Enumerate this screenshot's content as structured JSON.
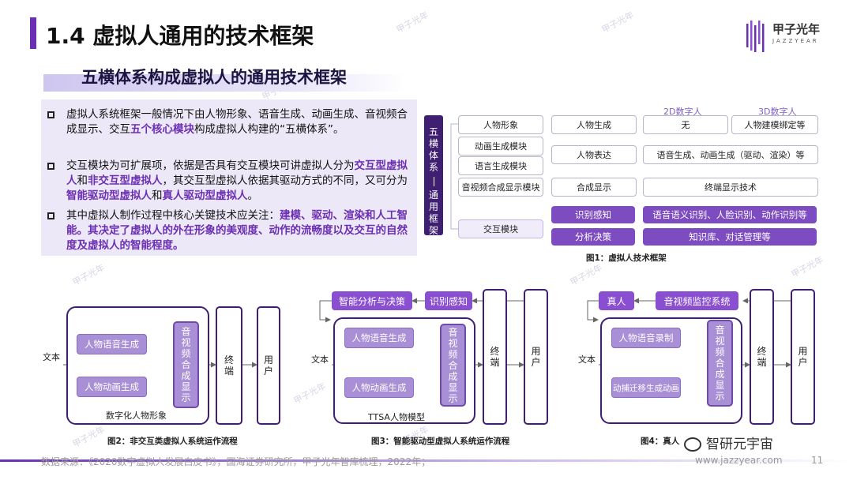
{
  "header": {
    "title": "1.4 虚拟人通用的技术框架",
    "logo_name": "甲子光年",
    "logo_sub": "JAZZYEAR",
    "brand_color": "#6b2fb3"
  },
  "subtitle": "五横体系构成虚拟人的通用技术框架",
  "bullets": [
    {
      "parts": [
        {
          "t": "虚拟人系统框架一般情况下由人物形象、语音生成、动画生成、音视频合成显示、交互",
          "h": false
        },
        {
          "t": "五个核心模块",
          "h": true
        },
        {
          "t": "构成虚拟人构建的“五横体系”。",
          "h": false
        }
      ]
    },
    {
      "parts": [
        {
          "t": "交互模块为可扩展项，依据是否具有交互模块可讲虚拟人分为",
          "h": false
        },
        {
          "t": "交互型虚拟人",
          "h": true
        },
        {
          "t": "和",
          "h": false
        },
        {
          "t": "非交互型虚拟人",
          "h": true
        },
        {
          "t": "，其交互型虚拟人依据其驱动方式的不同，又可分为",
          "h": false
        },
        {
          "t": "智能驱动型虚拟人",
          "h": true
        },
        {
          "t": "和",
          "h": false
        },
        {
          "t": "真人驱动型虚拟人",
          "h": true
        },
        {
          "t": "。",
          "h": false
        }
      ]
    },
    {
      "parts": [
        {
          "t": "其中虚拟人制作过程中核心关键技术应关注：",
          "h": false
        },
        {
          "t": "建模、驱动、渲染和人工智能。其决定了虚拟人的外在形象的美观度、动作的流畅度以及交互的自然度及虚拟人的智能程度。",
          "h": true
        }
      ]
    }
  ],
  "fig1": {
    "left_label_top": "五横体系",
    "left_label_bottom": "通用框架",
    "col_headers": [
      "2D数字人",
      "3D数字人"
    ],
    "modules": [
      "人物形象",
      "动画生成模块",
      "语言生成模块",
      "音视频合成显示模块",
      "交互模块"
    ],
    "rows": [
      {
        "mid": "人物生成",
        "c2d": "无",
        "c3d": "人物建模绑定等"
      },
      {
        "mid": "人物表达",
        "merged": "语音生成、动画生成（驱动、渲染）等"
      },
      {
        "mid": "合成显示",
        "merged": "终端显示技术"
      },
      {
        "mid": "识别感知",
        "merged": "语音语义识别、人脸识别、动作识别等"
      },
      {
        "mid": "分析决策",
        "merged": "知识库、对话管理等"
      }
    ],
    "caption": "图1：虚拟人技术框架"
  },
  "fig2": {
    "input": "文本",
    "box1": "人物语音生成",
    "box2": "人物动画生成",
    "av": "音视频合成显示",
    "terminal": "终端",
    "user": "用户",
    "frame_label": "数字化人物形象",
    "caption": "图2：非交互类虚拟人系统运作流程"
  },
  "fig3": {
    "input": "文本",
    "box1": "人物语音生成",
    "box2": "人物动画生成",
    "av": "音视频合成显示",
    "terminal": "终端",
    "user": "用户",
    "frame_label": "TTSA人物模型",
    "pill_left": "智能分析与决策",
    "pill_right": "识别感知",
    "caption": "图3：智能驱动型虚拟人系统运作流程"
  },
  "fig4": {
    "input": "文本",
    "box1": "人物语音录制",
    "box2": "动捕迁移生成动画",
    "av": "音视频合成显示",
    "terminal": "终端",
    "user": "用户",
    "pill_left": "真人",
    "pill_right": "音视频监控系统",
    "caption": "图4：真人"
  },
  "footer": {
    "source": "数据来源：《2020数字虚拟人发展白皮书》，国海证券研究所，甲子光年智库梳理，2022年；",
    "page": "11",
    "site": "www.jazzyear.com",
    "account": "智研元宇宙"
  }
}
